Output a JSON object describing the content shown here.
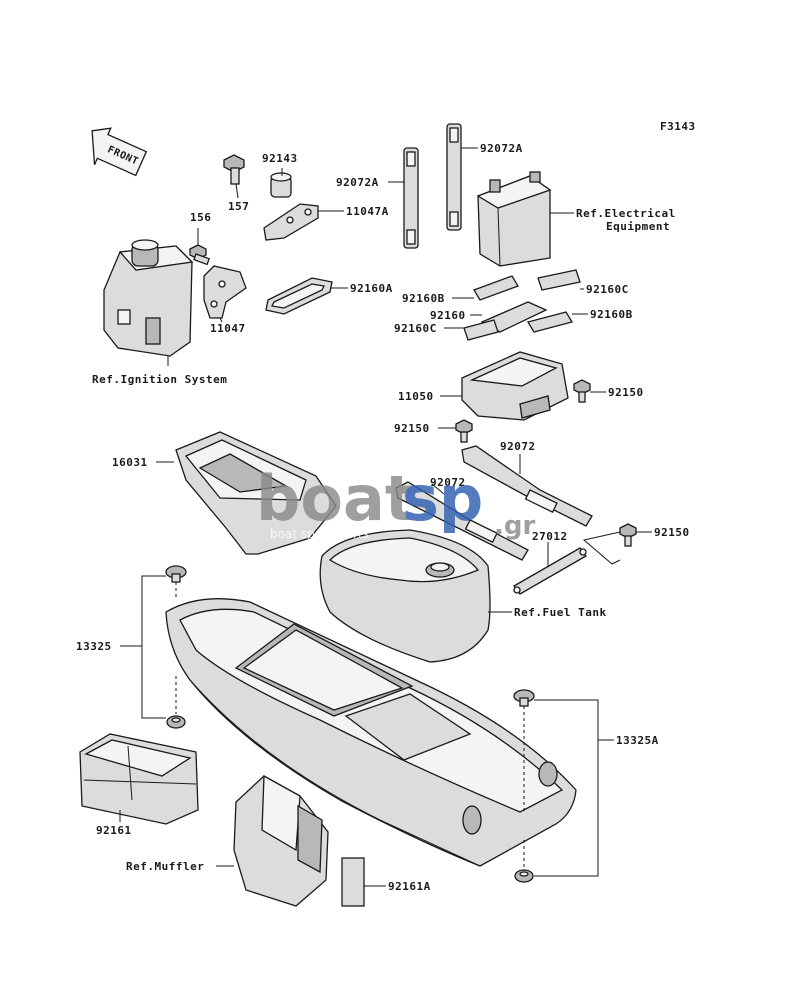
{
  "figure_code": "F3143",
  "front_label": "FRONT",
  "callouts": {
    "c92143": "92143",
    "c157": "157",
    "c156": "156",
    "c11047A": "11047A",
    "c11047": "11047",
    "c92160A": "92160A",
    "c92072A_left": "92072A",
    "c92072A_right": "92072A",
    "c_ref_elec_1": "Ref.Electrical",
    "c_ref_elec_2": "Equipment",
    "c92160B_left": "92160B",
    "c92160C_right": "92160C",
    "c92160": "92160",
    "c92160B_right": "92160B",
    "c92160C_left": "92160C",
    "c_ref_ignition": "Ref.Ignition System",
    "c11050": "11050",
    "c92150_a": "92150",
    "c92150_b": "92150",
    "c92072_a": "92072",
    "c92072_b": "92072",
    "c16031": "16031",
    "c27012": "27012",
    "c92150_c": "92150",
    "c_ref_fuel": "Ref.Fuel Tank",
    "c13325": "13325",
    "c13325A": "13325A",
    "c92161": "92161",
    "c_ref_muffler": "Ref.Muffler",
    "c92161A": "92161A"
  },
  "watermark": {
    "brand_main": "boat",
    "brand_accent": "sp",
    "brand_tld": ".gr",
    "tagline": "boat spare parts",
    "colors": {
      "gray": "#8a8a8a",
      "blue": "#2f5fb0"
    }
  },
  "icons": [
    "front-arrow-icon"
  ]
}
